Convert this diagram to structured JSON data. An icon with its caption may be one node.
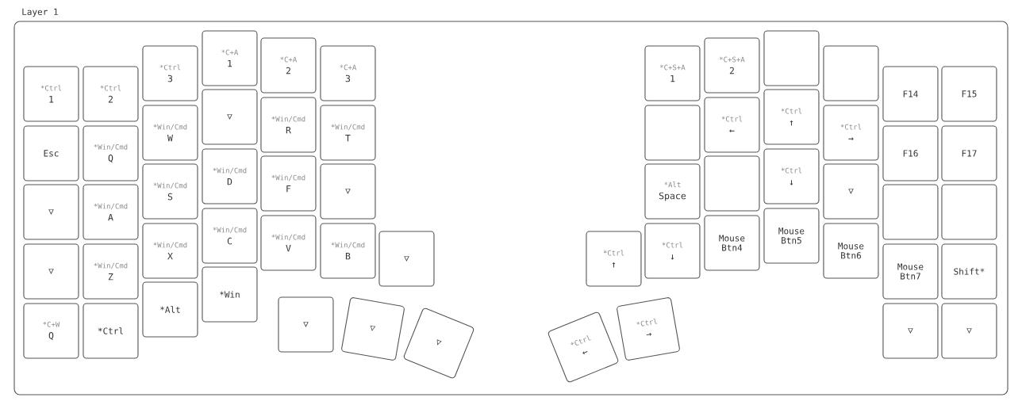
{
  "diagram": {
    "nodes": [
      {
        "text": [
          "Layer 1"
        ]
      },
      {
        "text": [
          "*Ctrl",
          "1"
        ],
        "in": 0
      },
      {
        "text": [
          "Esc"
        ],
        "in": 0
      },
      {
        "text": [
          "▽"
        ],
        "in": 0
      },
      {
        "text": [
          "▽"
        ],
        "in": 0
      },
      {
        "text": [
          "*C+W",
          "Q"
        ],
        "in": 0
      },
      {
        "text": [
          "*Ctrl",
          "2"
        ],
        "in": 0
      },
      {
        "text": [
          "*Win/Cmd",
          "Q"
        ],
        "in": 0
      },
      {
        "text": [
          "*Win/Cmd",
          "A"
        ],
        "in": 0
      },
      {
        "text": [
          "*Win/Cmd",
          "Z"
        ],
        "in": 0
      },
      {
        "text": [
          "*Ctrl"
        ],
        "in": 0
      },
      {
        "text": [
          "*Ctrl",
          "3"
        ],
        "in": 0
      },
      {
        "text": [
          "*Win/Cmd",
          "W"
        ],
        "in": 0
      },
      {
        "text": [
          "*Win/Cmd",
          "S"
        ],
        "in": 0
      },
      {
        "text": [
          "*Win/Cmd",
          "X"
        ],
        "in": 0
      },
      {
        "text": [
          "*Alt"
        ],
        "in": 0
      },
      {
        "text": [
          "*C+A",
          "1"
        ],
        "in": 0
      },
      {
        "text": [
          "▽"
        ],
        "in": 0
      },
      {
        "text": [
          "*Win/Cmd",
          "D"
        ],
        "in": 0
      },
      {
        "text": [
          "*Win/Cmd",
          "C"
        ],
        "in": 0
      },
      {
        "text": [
          "*Win"
        ],
        "in": 0
      },
      {
        "text": [
          "*C+A",
          "2"
        ],
        "in": 0
      },
      {
        "text": [
          "*Win/Cmd",
          "R"
        ],
        "in": 0
      },
      {
        "text": [
          "*Win/Cmd",
          "F"
        ],
        "in": 0
      },
      {
        "text": [
          "*Win/Cmd",
          "V"
        ],
        "in": 0
      },
      {
        "text": [
          "*C+A",
          "3"
        ],
        "in": 0
      },
      {
        "text": [
          "*Win/Cmd",
          "T"
        ],
        "in": 0
      },
      {
        "text": [
          "▽"
        ],
        "in": 0
      },
      {
        "text": [
          "*Win/Cmd",
          "B"
        ],
        "in": 0
      },
      {
        "text": [
          "▽"
        ],
        "in": 0
      },
      {
        "text": [
          "▽"
        ],
        "in": 0
      },
      {
        "text": [
          "▽"
        ],
        "in": 0
      },
      {
        "text": [
          "▽"
        ],
        "in": 0
      },
      {
        "text": [
          "*Ctrl",
          "←"
        ],
        "in": 0
      },
      {
        "text": [
          "*Ctrl",
          "↑"
        ],
        "in": 0
      },
      {
        "text": [
          "*Ctrl",
          "→"
        ],
        "in": 0
      },
      {
        "text": [
          "*C+S+A",
          "1"
        ],
        "in": 0
      },
      {
        "text": [],
        "shape": "box",
        "in": 0
      },
      {
        "text": [
          "*Alt",
          "Space"
        ],
        "in": 0
      },
      {
        "text": [
          "*Ctrl",
          "↓"
        ],
        "in": 0
      },
      {
        "text": [
          "*C+S+A",
          "2"
        ],
        "in": 0
      },
      {
        "text": [
          "*Ctrl",
          "←"
        ],
        "in": 0
      },
      {
        "text": [],
        "shape": "box",
        "in": 0
      },
      {
        "text": [
          "Mouse Btn4"
        ],
        "in": 0
      },
      {
        "text": [],
        "shape": "box",
        "in": 0
      },
      {
        "text": [
          "*Ctrl",
          "↑"
        ],
        "in": 0
      },
      {
        "text": [
          "*Ctrl",
          "↓"
        ],
        "in": 0
      },
      {
        "text": [
          "Mouse Btn5"
        ],
        "in": 0
      },
      {
        "text": [],
        "shape": "box",
        "in": 0
      },
      {
        "text": [
          "*Ctrl",
          "→"
        ],
        "in": 0
      },
      {
        "text": [
          "▽"
        ],
        "in": 0
      },
      {
        "text": [
          "Mouse Btn6"
        ],
        "in": 0
      },
      {
        "text": [
          "F14"
        ],
        "in": 0
      },
      {
        "text": [
          "F16"
        ],
        "in": 0
      },
      {
        "text": [],
        "shape": "box",
        "in": 0
      },
      {
        "text": [
          "Mouse Btn7"
        ],
        "in": 0
      },
      {
        "text": [
          "▽"
        ],
        "in": 0
      },
      {
        "text": [
          "F15"
        ],
        "in": 0
      },
      {
        "text": [
          "F17"
        ],
        "in": 0
      },
      {
        "text": [],
        "shape": "box",
        "in": 0
      },
      {
        "text": [
          "Shift*"
        ],
        "in": 0
      },
      {
        "text": [
          "▽"
        ],
        "in": 0
      }
    ]
  }
}
